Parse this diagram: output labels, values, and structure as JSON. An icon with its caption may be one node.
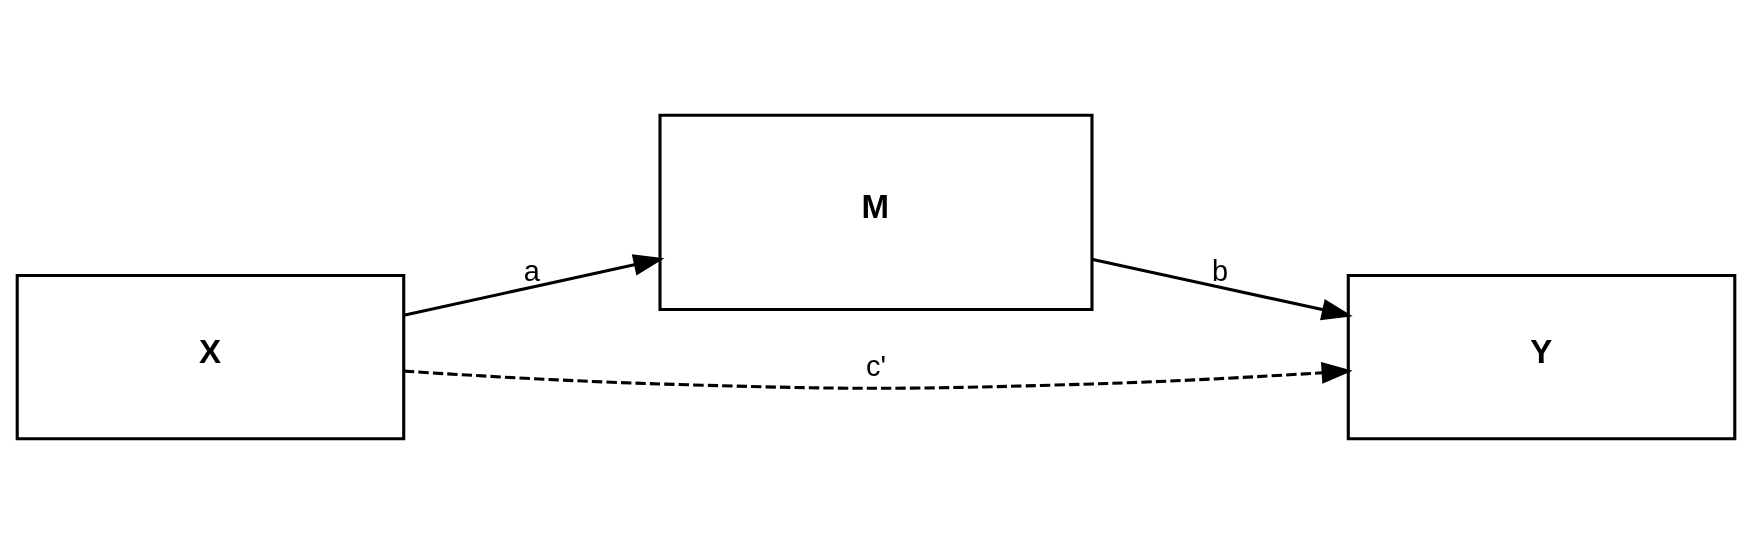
{
  "diagram": {
    "nodes": [
      {
        "text": [
          "X"
        ]
      },
      {
        "text": [
          "M"
        ]
      },
      {
        "text": [
          "Y"
        ]
      }
    ],
    "edges": [
      {
        "from": 0,
        "to": 1,
        "arrow": "to",
        "label": "a"
      },
      {
        "from": 1,
        "to": 2,
        "arrow": "to",
        "label": "b"
      },
      {
        "from": 0,
        "to": 2,
        "arrow": "to",
        "label": "c'",
        "style": "dashed"
      }
    ]
  }
}
